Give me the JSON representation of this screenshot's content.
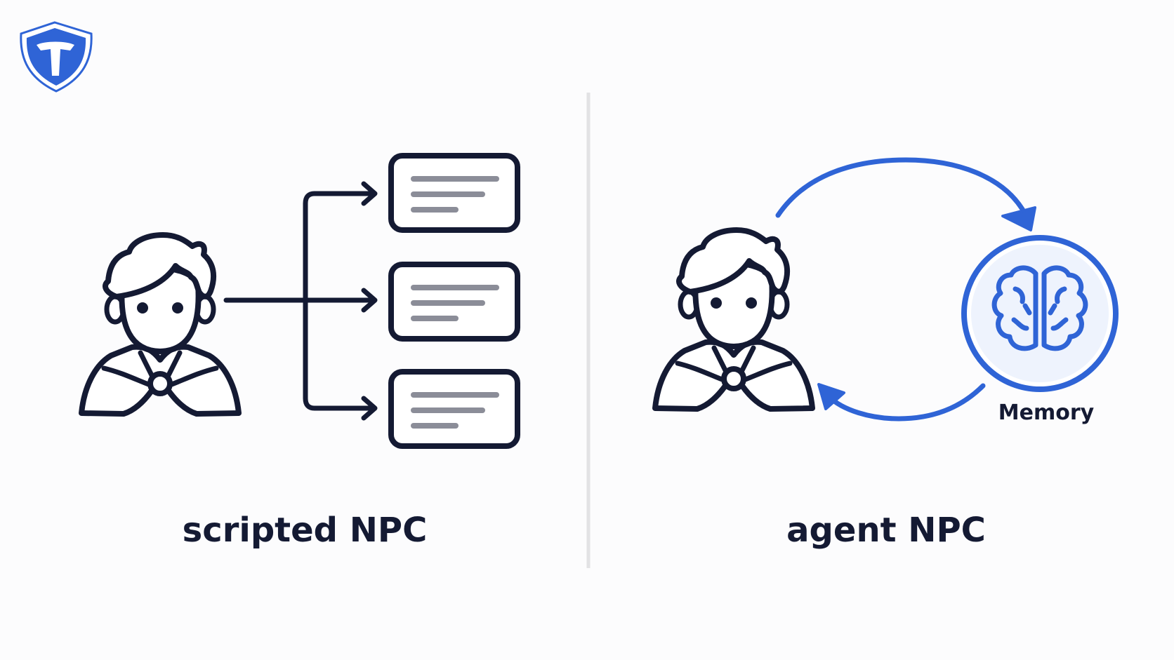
{
  "left_panel": {
    "caption": "scripted NPC"
  },
  "right_panel": {
    "caption": "agent NPC",
    "memory_label": "Memory"
  },
  "colors": {
    "ink": "#141a33",
    "accent_blue": "#2f64d6",
    "line_gray": "#8b8d98",
    "divider": "#e2e2e4",
    "memory_fill": "#eef3fd"
  }
}
